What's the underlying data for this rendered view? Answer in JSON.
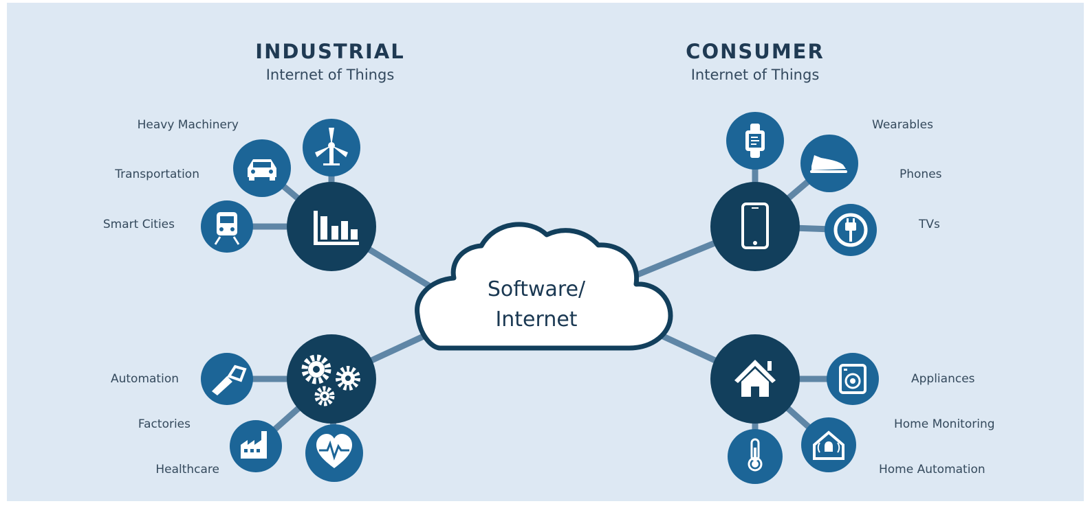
{
  "industrial": {
    "title": "INDUSTRIAL",
    "subtitle": "Internet of Things",
    "labels": {
      "heavy_machinery": "Heavy Machinery",
      "transportation": "Transportation",
      "smart_cities": "Smart Cities",
      "automation": "Automation",
      "factories": "Factories",
      "healthcare": "Healthcare"
    }
  },
  "consumer": {
    "title": "CONSUMER",
    "subtitle": "Internet of Things",
    "labels": {
      "wearables": "Wearables",
      "phones": "Phones",
      "tvs": "TVs",
      "appliances": "Appliances",
      "home_monitoring": "Home Monitoring",
      "home_automation": "Home Automation"
    }
  },
  "center": {
    "line1": "Software/",
    "line2": "Internet"
  },
  "colors": {
    "background": "#dde8f3",
    "hub": "#123f5c",
    "leaf": "#1c6597",
    "connector": "#5f86a6",
    "cloud_outline": "#123f5c"
  },
  "icons": {
    "industrial_hub_top": "bar-chart-icon",
    "industrial_hub_bottom": "gears-icon",
    "consumer_hub_top": "smartphone-icon",
    "consumer_hub_bottom": "house-icon",
    "heavy_machinery": "wind-turbine-icon",
    "transportation": "car-icon",
    "smart_cities": "train-icon",
    "automation": "robot-arm-icon",
    "factories": "factory-icon",
    "healthcare": "heart-pulse-icon",
    "wearables": "smartwatch-icon",
    "phones": "sneaker-icon",
    "tvs": "power-plug-icon",
    "appliances": "washing-machine-icon",
    "home_monitoring": "alarm-icon",
    "home_automation": "thermometer-icon"
  }
}
